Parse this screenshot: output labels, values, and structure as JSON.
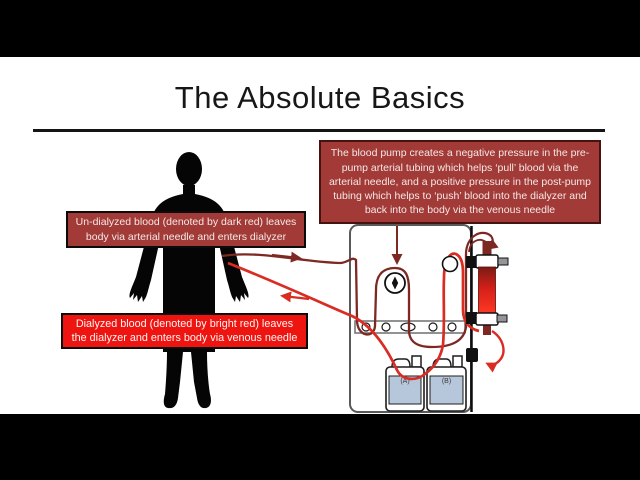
{
  "slide": {
    "title": "The Absolute Basics"
  },
  "callouts": {
    "blood_pump": {
      "text": "The blood pump creates a negative pressure in the pre-pump arterial tubing which helps ‘pull’ blood via the arterial needle, and a positive pressure in the post-pump tubing which helps to ‘push’ blood into the dialyzer and back into the body via the venous needle",
      "bg": "#A23B38",
      "border": "#471311",
      "text_color": "#F5E8E6"
    },
    "undialyzed": {
      "text": "Un-dialyzed blood (denoted by dark red) leaves body via arterial needle and enters dialyzer",
      "bg": "#A23B38",
      "border": "#0B0B0B",
      "text_color": "#F5E8E6"
    },
    "dialyzed": {
      "text": "Dialyzed blood (denoted by bright red) leaves the dialyzer and enters body via venous needle",
      "bg": "#EE1410",
      "border": "#0B0B0B",
      "text_color": "#FFFFFF"
    }
  },
  "diagram": {
    "jug_a_label": "(A)",
    "jug_b_label": "(B)",
    "colors": {
      "dark_blood": "#7E2823",
      "bright_blood": "#D92C22",
      "machine_outline": "#58595B",
      "jug_fill": "#B7C7DB",
      "dialyzer_top": "#7A1B16",
      "dialyzer_bottom": "#FF3A24",
      "silhouette": "#000000",
      "letterbox": "#000000"
    }
  }
}
